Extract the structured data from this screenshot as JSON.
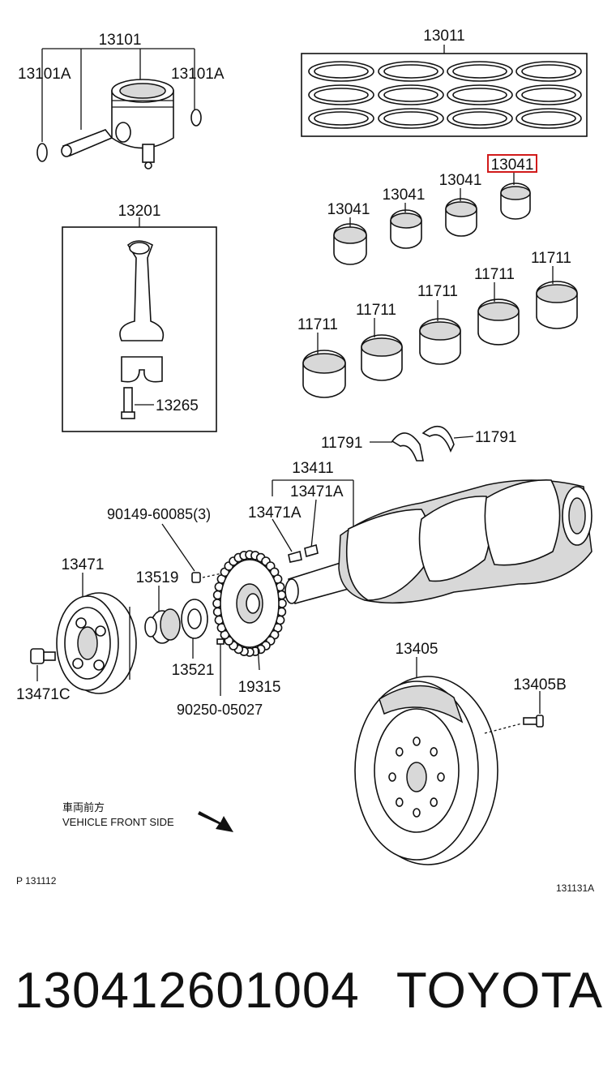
{
  "labels": {
    "piston_assy": "13101",
    "snap_ring_left": "13101A",
    "snap_ring_right": "13101A",
    "ring_set": "13011",
    "conrod": "13201",
    "conrod_bolt": "13265",
    "bearing_highlight": "13041",
    "bearing_a": "13041",
    "bearing_b": "13041",
    "bearing_c": "13041",
    "main_bearing_1": "11711",
    "main_bearing_2": "11711",
    "main_bearing_3": "11711",
    "main_bearing_4": "11711",
    "main_bearing_5": "11711",
    "thrust_washer_left": "11791",
    "thrust_washer_right": "11791",
    "crankshaft": "13411",
    "key_1": "13471A",
    "key_2": "13471A",
    "bolt_90149": "90149-60085(3)",
    "pulley": "13471",
    "spacer": "13519",
    "gear": "13521",
    "pulley_bolt": "13471C",
    "timing_plate": "19315",
    "pin_90250": "90250-05027",
    "flywheel": "13405",
    "flywheel_bolt": "13405B",
    "front_jp": "車両前方",
    "front_en": "VEHICLE FRONT SIDE",
    "page_ref": "P  131112",
    "figure_ref": "131131A"
  },
  "footer": {
    "part_number": "130412601004",
    "brand": "TOYOTA"
  },
  "colors": {
    "highlight": "#d11a1a",
    "ink": "#111111"
  }
}
